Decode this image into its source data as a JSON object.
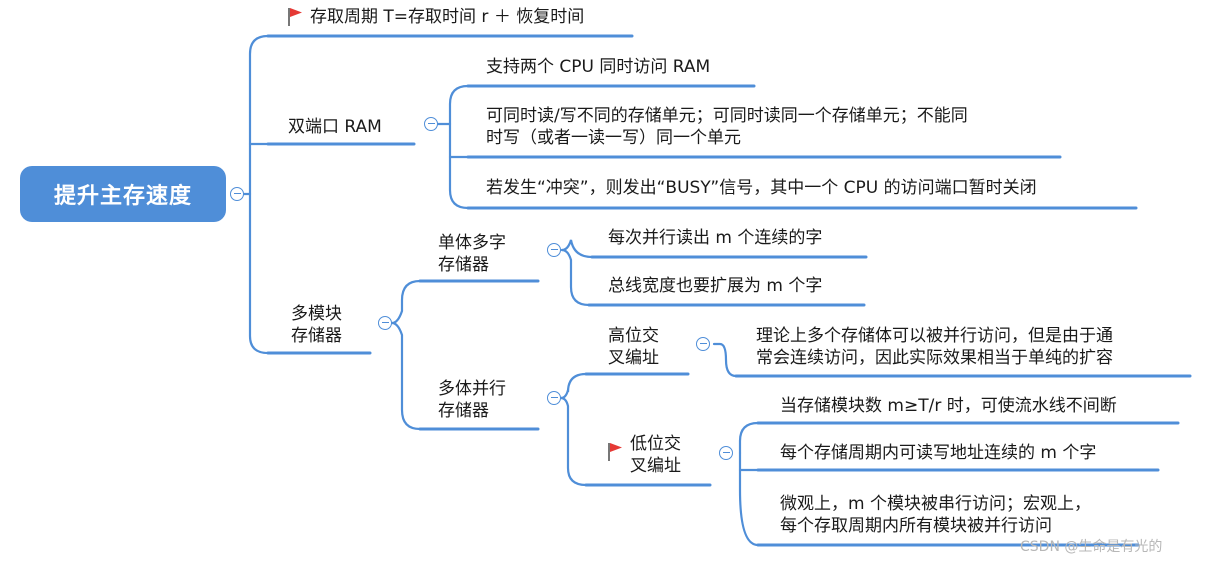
{
  "root": "提升主存速度",
  "n_cycle": "存取周期 T=存取时间 r ＋ 恢复时间",
  "n_dual": "双端口 RAM",
  "n_dual_1": "支持两个 CPU 同时访问 RAM",
  "n_dual_2a": "可同时读/写不同的存储单元；可同时读同一个存储单元；不能同",
  "n_dual_2b": "时写（或者一读一写）同一个单元",
  "n_dual_3": "若发生“冲突”，则发出“BUSY”信号，其中一个 CPU 的访问端口暂时关闭",
  "n_multi_a": "多模块",
  "n_multi_b": "存储器",
  "n_single_a": "单体多字",
  "n_single_b": "存储器",
  "n_single_1": "每次并行读出 m 个连续的字",
  "n_single_2": "总线宽度也要扩展为 m 个字",
  "n_multibody_a": "多体并行",
  "n_multibody_b": "存储器",
  "n_high_a": "高位交",
  "n_high_b": "叉编址",
  "n_high_1a": "理论上多个存储体可以被并行访问，但是由于通",
  "n_high_1b": "常会连续访问，因此实际效果相当于单纯的扩容",
  "n_low_a": "低位交",
  "n_low_b": "叉编址",
  "n_low_1": "当存储模块数 m≥T/r 时，可使流水线不间断",
  "n_low_2": "每个存储周期内可读写地址连续的 m 个字",
  "n_low_3a": "微观上，m 个模块被串行访问；宏观上，",
  "n_low_3b": "每个存取周期内所有模块被并行访问",
  "watermark": "CSDN @生命是有光的",
  "colors": {
    "accent": "#4f8ed8",
    "flag": "#e53935"
  },
  "icons": {
    "collapse": "minus-circle-icon",
    "flag": "red-flag-icon"
  }
}
